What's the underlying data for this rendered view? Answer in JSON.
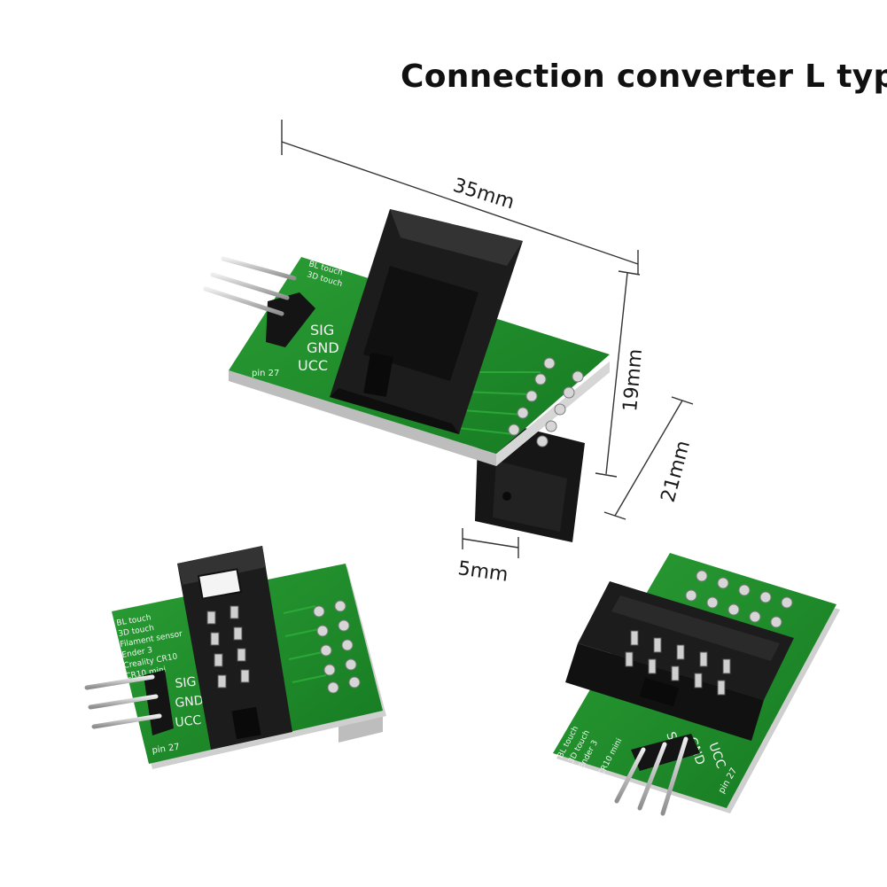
{
  "title": "Connection converter L type",
  "dimensions": {
    "length": "35mm",
    "height": "19mm",
    "total_height": "21mm",
    "depth": "5mm"
  },
  "silkscreen": {
    "compat_lines": [
      "BL touch",
      "3D touch",
      "Filament sensor",
      "Ender 3",
      "Creality CR10",
      "CR10 mini"
    ],
    "pins": [
      "SIG",
      "GND",
      "UCC"
    ],
    "pin_label": "pin 27"
  },
  "colors": {
    "pcb": "#1f8a2a",
    "pcb_edge": "#c9c9c9",
    "connector": "#1b1b1b",
    "pin": "#c8c8c8"
  }
}
